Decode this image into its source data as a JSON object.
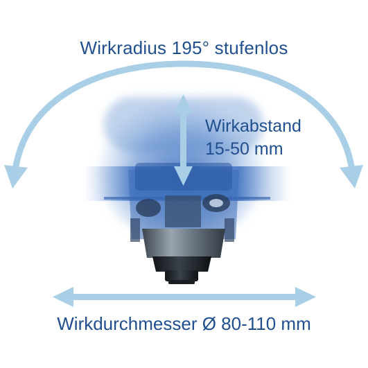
{
  "labels": {
    "radius": "Wirkradius 195° stufenlos",
    "distance_line1": "Wirkabstand",
    "distance_line2": "15-50 mm",
    "diameter": "Wirkdurchmesser Ø 80-110 mm"
  },
  "colors": {
    "arrow": "#a9cfe6",
    "text": "#1f4f8f",
    "glow": "#2f63b8",
    "device_metal": "#6d7a86",
    "device_dark": "#1c2026"
  }
}
